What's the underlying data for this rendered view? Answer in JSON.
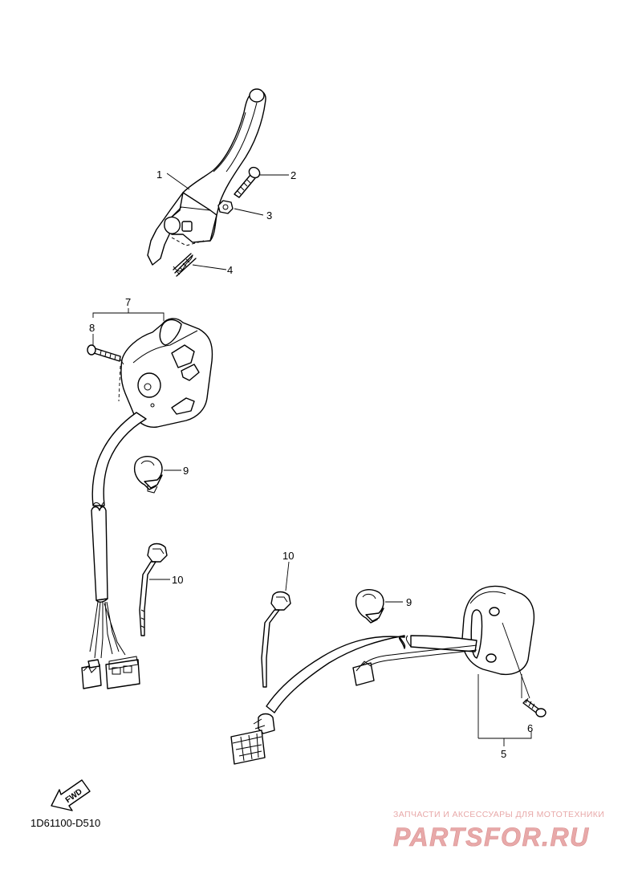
{
  "diagram": {
    "callouts": {
      "c1": "1",
      "c2": "2",
      "c3": "3",
      "c4": "4",
      "c5": "5",
      "c6": "6",
      "c7": "7",
      "c8": "8",
      "c9a": "9",
      "c9b": "9",
      "c10a": "10",
      "c10b": "10"
    },
    "fwd_label": "FWD",
    "diagram_code": "1D61100-D510"
  },
  "watermark": {
    "tagline": "ЗАПЧАСТИ И АКСЕССУАРЫ ДЛЯ МОТОТЕХНИКИ",
    "logo_text": "PARTSFOR.RU",
    "color": "#e8a9a9"
  }
}
